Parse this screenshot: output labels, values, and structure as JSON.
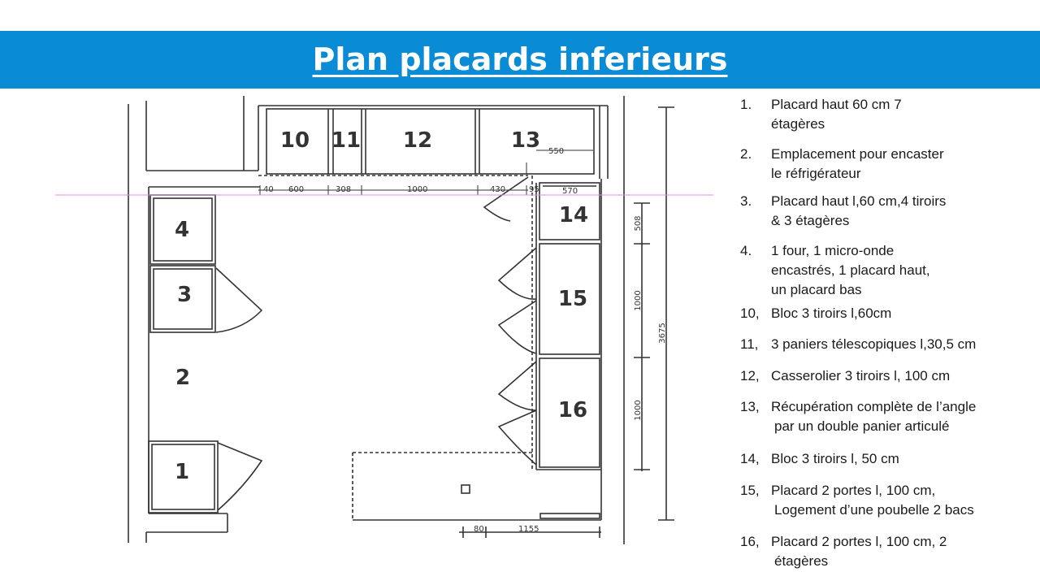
{
  "title": "Plan placards inferieurs",
  "plan": {
    "units": [
      "10",
      "11",
      "12",
      "13",
      "14",
      "4",
      "3",
      "15",
      "2",
      "16",
      "1"
    ],
    "dims": {
      "d40": "40",
      "d600": "600",
      "d308": "308",
      "d1000": "1000",
      "d430": "430",
      "d95": "95",
      "d550": "550",
      "d570": "570",
      "v508": "508",
      "v1000a": "1000",
      "v1000b": "1000",
      "v3675": "3675",
      "b80": "80",
      "b1155": "1155"
    }
  },
  "legend": [
    {
      "num": "1.",
      "line1": "Placard haut 60 cm 7",
      "line2": "étagères"
    },
    {
      "num": "2.",
      "line1": "Emplacement pour encaster",
      "line2": "le réfrigérateur"
    },
    {
      "num": "3.",
      "line1": "Placard haut l,60 cm,4 tiroirs",
      "line2": "& 3 étagères"
    },
    {
      "num": "4.",
      "line1": "1 four, 1 micro-onde",
      "line2": "encastrés, 1 placard haut,",
      "line3": "un placard bas"
    },
    {
      "num": "10,",
      "line1": "Bloc 3 tiroirs l,60cm"
    },
    {
      "num": "11,",
      "line1": "3 paniers télescopiques l,30,5 cm"
    },
    {
      "num": "12,",
      "line1": "Casserolier 3 tiroirs l, 100 cm"
    },
    {
      "num": "13,",
      "line1": "Récupération complète de l’angle",
      "line2": "par un double panier articulé"
    },
    {
      "num": "14,",
      "line1": "Bloc 3 tiroirs l, 50 cm"
    },
    {
      "num": "15,",
      "line1": "Placard 2 portes l, 100 cm,",
      "line2": "Logement d’une poubelle 2 bacs"
    },
    {
      "num": "16,",
      "line1": "Placard 2 portes l, 100 cm, 2",
      "line2": "étagères"
    }
  ]
}
